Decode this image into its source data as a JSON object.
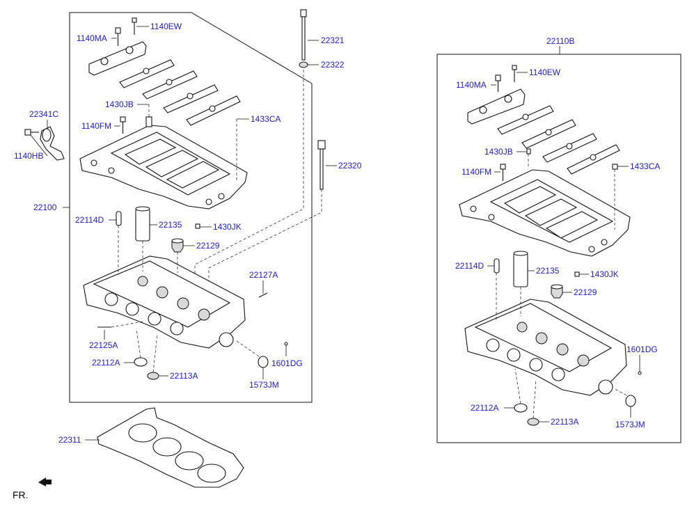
{
  "diagram": {
    "left_assembly": {
      "box_label": "22100",
      "callouts": [
        {
          "id": "1140MA",
          "text": "1140MA"
        },
        {
          "id": "1140EW",
          "text": "1140EW"
        },
        {
          "id": "22321",
          "text": "22321"
        },
        {
          "id": "22322",
          "text": "22322"
        },
        {
          "id": "1430JB",
          "text": "1430JB"
        },
        {
          "id": "1433CA",
          "text": "1433CA"
        },
        {
          "id": "22341C",
          "text": "22341C"
        },
        {
          "id": "1140FM",
          "text": "1140FM"
        },
        {
          "id": "1140HB",
          "text": "1140HB"
        },
        {
          "id": "22320",
          "text": "22320"
        },
        {
          "id": "22114D",
          "text": "22114D"
        },
        {
          "id": "22135",
          "text": "22135"
        },
        {
          "id": "1430JK",
          "text": "1430JK"
        },
        {
          "id": "22129",
          "text": "22129"
        },
        {
          "id": "22127A",
          "text": "22127A"
        },
        {
          "id": "22125A",
          "text": "22125A"
        },
        {
          "id": "22112A",
          "text": "22112A"
        },
        {
          "id": "22113A",
          "text": "22113A"
        },
        {
          "id": "1601DG",
          "text": "1601DG"
        },
        {
          "id": "1573JM",
          "text": "1573JM"
        }
      ]
    },
    "right_assembly": {
      "box_label": "22110B",
      "callouts": [
        {
          "id": "1140MA",
          "text": "1140MA"
        },
        {
          "id": "1140EW",
          "text": "1140EW"
        },
        {
          "id": "1430JB",
          "text": "1430JB"
        },
        {
          "id": "1433CA",
          "text": "1433CA"
        },
        {
          "id": "1140FM",
          "text": "1140FM"
        },
        {
          "id": "22114D",
          "text": "22114D"
        },
        {
          "id": "22135",
          "text": "22135"
        },
        {
          "id": "1430JK",
          "text": "1430JK"
        },
        {
          "id": "22129",
          "text": "22129"
        },
        {
          "id": "1601DG",
          "text": "1601DG"
        },
        {
          "id": "22112A",
          "text": "22112A"
        },
        {
          "id": "22113A",
          "text": "22113A"
        },
        {
          "id": "1573JM",
          "text": "1573JM"
        }
      ]
    },
    "gasket_label": "22311",
    "front_indicator": "FR.",
    "label_color": "#1a1ad6"
  }
}
